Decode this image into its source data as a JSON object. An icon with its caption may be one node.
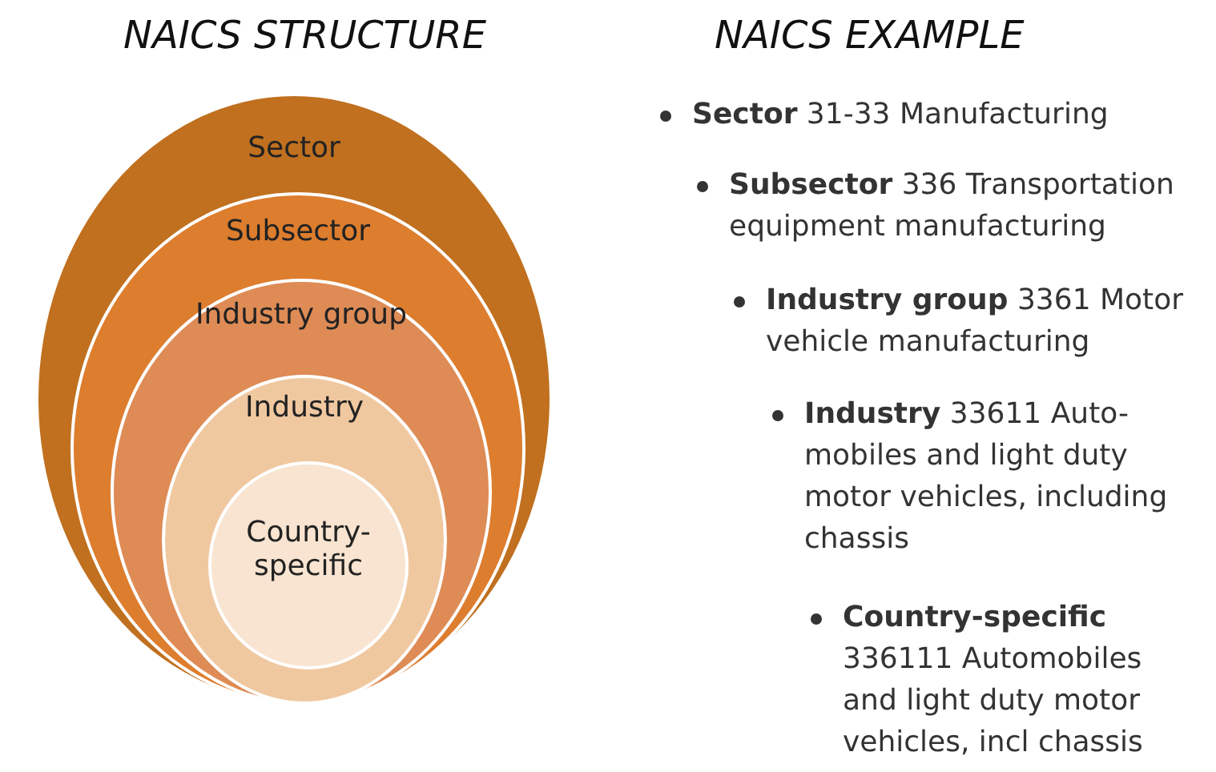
{
  "diagram": {
    "nodes": [
      {
        "text": [
          "Sector"
        ]
      },
      {
        "text": [
          "Subsector"
        ],
        "in": 0
      },
      {
        "text": [
          "Industry group"
        ],
        "in": 1
      },
      {
        "text": [
          "Industry"
        ],
        "in": 2
      },
      {
        "text": [
          "Country-specific"
        ],
        "in": 3
      }
    ],
    "labels": [
      "NAICS STRUCTURE",
      "NAICS EXAMPLE",
      "**Sector** 31-33 Manufacturing",
      "**Subsector** 336 Transportation equipment manufacturing",
      "**Industry group** 3361 Motor vehicle manufacturing",
      "**Industry** 33611 Auto-mobiles and light duty motor vehicles, including chassis",
      "**Country-specific** 336111 Automobiles and light duty motor vehicles, incl chassis"
    ]
  }
}
